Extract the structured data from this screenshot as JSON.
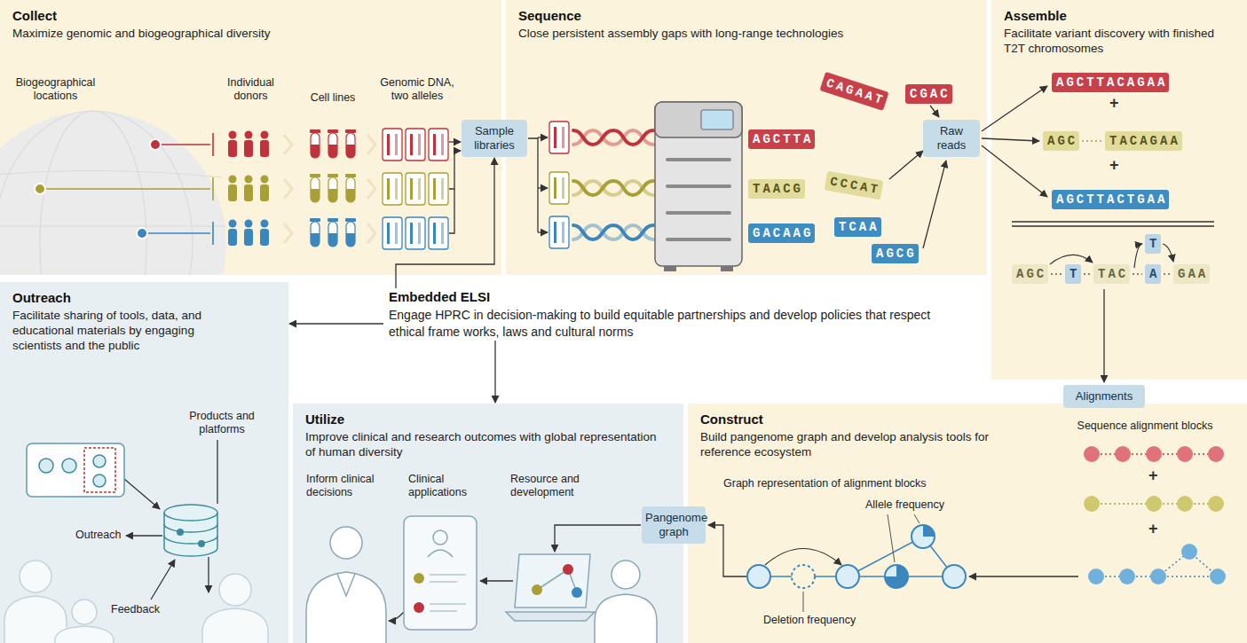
{
  "diagram": {
    "nodes": [
      {
        "text": [
          "Collect",
          "Maximize genomic and biogeographical diversity"
        ]
      },
      {
        "text": [
          "Sample libraries"
        ]
      },
      {
        "text": [
          "Sequence",
          "Close persistent assembly gaps with long-range technologies"
        ]
      },
      {
        "text": [
          "Raw reads"
        ]
      },
      {
        "text": [
          "Assemble",
          "Facilitate variant discovery with finished T2T chromosomes"
        ]
      },
      {
        "text": [
          "Outreach",
          "Facilitate sharing of tools, data, and educational materials by engaging scientists and the public"
        ]
      },
      {
        "text": [
          "Embedded ELSI",
          "Engage HPRC in decision-making to build equitable partnerships and develop policies that respect ethical frame works, laws and cultural norms"
        ]
      },
      {
        "text": [
          "Utilize",
          "Improve clinical and research outcomes with global representation of human diversity"
        ]
      },
      {
        "text": [
          "Alignments"
        ]
      },
      {
        "text": [
          "Construct",
          "Build pangenome graph and develop analysis tools for reference ecosystem"
        ]
      },
      {
        "text": [
          "Pangenome graph"
        ]
      }
    ],
    "edges": [
      {
        "from": 6,
        "to": 1,
        "arrow": "to"
      },
      {
        "from": 6,
        "to": 5,
        "arrow": "to"
      },
      {
        "from": 6,
        "to": 7,
        "arrow": "to"
      }
    ],
    "labels": [
      "Biogeographical locations",
      "Individual donors",
      "Cell lines",
      "Genomic DNA, two alleles",
      "AGCTTA",
      "TAACG",
      "GACAAG",
      "CAGAAT",
      "CGAC",
      "CCCAT",
      "TCAA",
      "AGCG",
      "AGCTTACAGAA",
      "+",
      "AGC",
      "TACAGAA",
      "+",
      "AGCTTACTGAA",
      "AGC",
      "T",
      "TAC",
      "T",
      "A",
      "GAA",
      "Products and platforms",
      "Outreach",
      "Feedback",
      "Inform clinical decisions",
      "Clinical applications",
      "Resource and development",
      "Sequence alignment blocks",
      "+",
      "+",
      "Graph representation of alignment blocks",
      "Allele frequency",
      "Deletion frequency"
    ]
  }
}
